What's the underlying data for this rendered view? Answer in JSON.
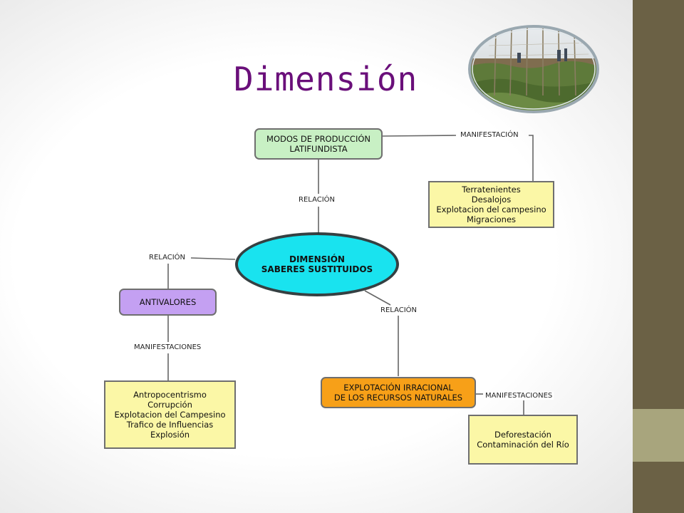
{
  "title": "Dimensión",
  "photo": {
    "icon": "crop-field-photo"
  },
  "diagram": {
    "nodes": {
      "modos": "MODOS  DE PRODUCCIÓN\nLATIFUNDISTA",
      "terratenientes": "Terratenientes\nDesalojos\nExplotacion del campesino\nMigraciones",
      "center": "DIMENSIÓN\nSABERES SUSTITUIDOS",
      "antivalores": "ANTIVALORES",
      "antropocentrismo": "Antropocentrismo\nCorrupción\nExplotacion del Campesino\nTrafico de Influencias\nExplosión",
      "explotacion": "EXPLOTACIÓN IRRACIONAL\nDE LOS RECURSOS NATURALES",
      "deforestacion": "Deforestación\nContaminación del Río"
    },
    "links": {
      "manifestacion_top": "MANIFESTACIÓN",
      "relacion_top": "RELACIÓN",
      "relacion_left": "RELACIÓN",
      "manifestaciones_left": "MANIFESTACIONES",
      "relacion_right": "RELACIÓN",
      "manifestaciones_right": "MANIFESTACIONES"
    },
    "colors": {
      "green": "#c8f0c4",
      "yellow": "#fbf7a6",
      "cyan": "#19e3ef",
      "purple": "#c4a0f2",
      "orange": "#f7a018",
      "line": "#666666"
    }
  }
}
